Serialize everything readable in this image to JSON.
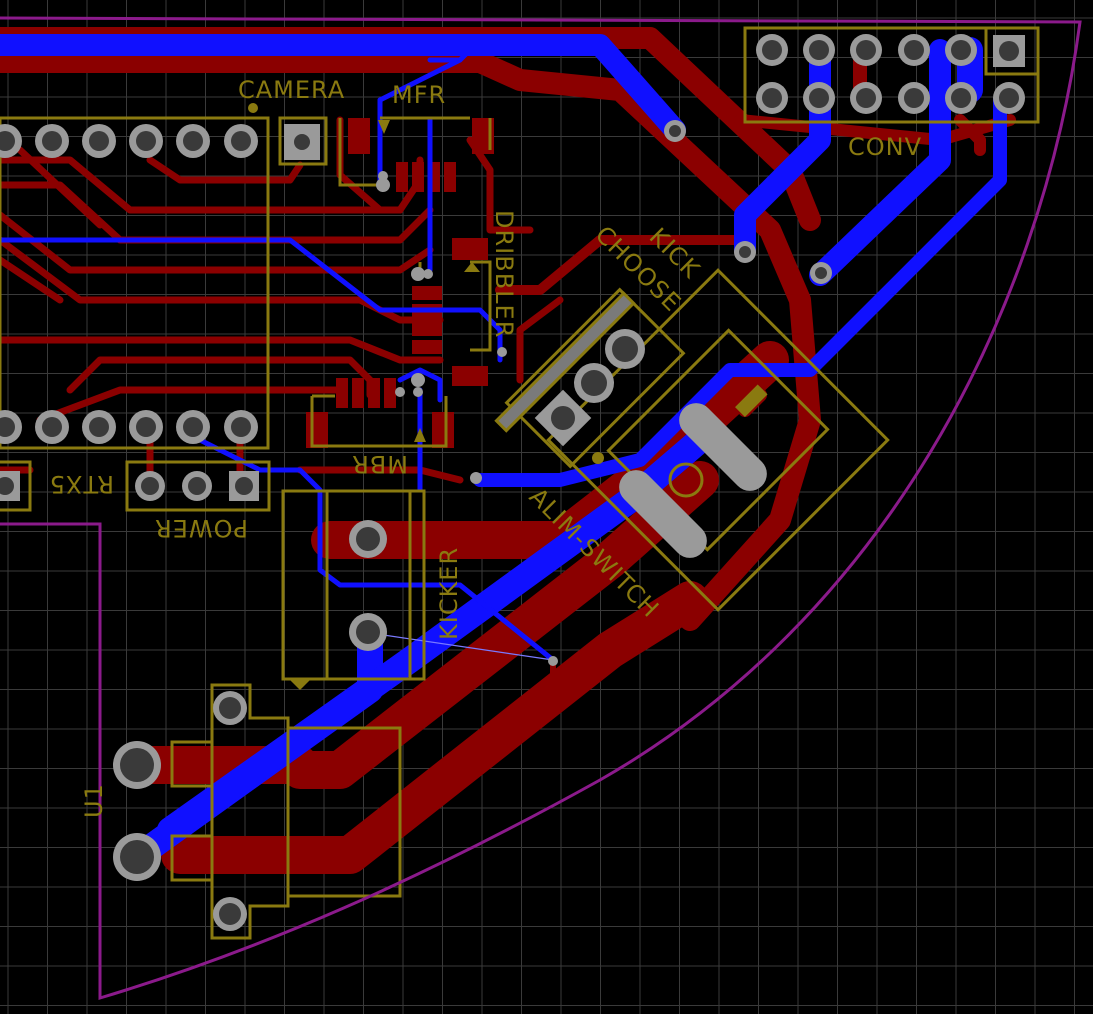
{
  "labels": {
    "camera": "CAMERA",
    "mfr": "MFR",
    "conv": "CONV",
    "kick": "KICK",
    "choose": "CHOOSE",
    "dribbler": "DRIBBLER",
    "mbr": "MBR",
    "rtx5": "RTX5",
    "power": "POWER",
    "kicker": "KICKER",
    "alim_switch": "ALIM-SWITCH",
    "u1": "U1"
  },
  "colors": {
    "background": "#000000",
    "grid": "#3a3a3a",
    "top_copper": "#8b0000",
    "bottom_copper": "#1010ff",
    "silkscreen": "#8a7a10",
    "board_outline": "#8b1a8b",
    "pad": "#9a9a9a",
    "hole": "#3a3a3a"
  }
}
